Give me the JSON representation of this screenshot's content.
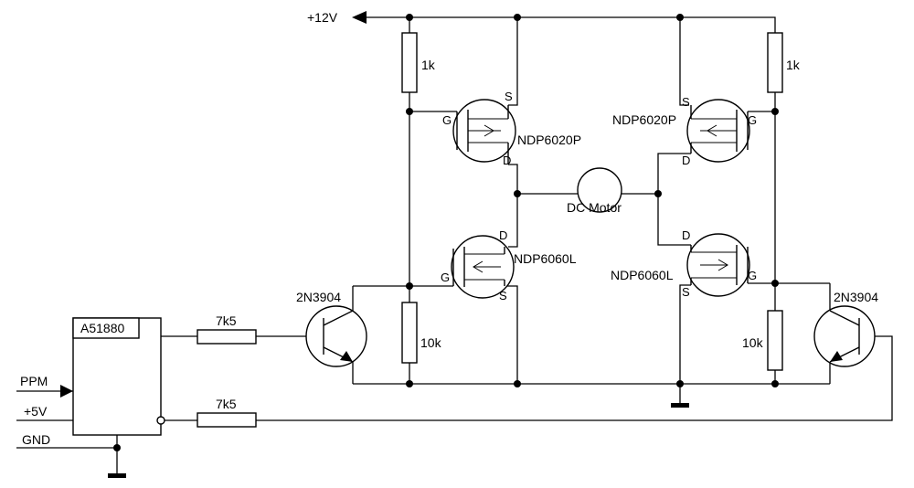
{
  "supply": {
    "label": "+12V"
  },
  "resistors": {
    "r_top_left": "1k",
    "r_top_right": "1k",
    "r_bottom_left": "10k",
    "r_bottom_right": "10k",
    "r_input_1": "7k5",
    "r_input_2": "7k5"
  },
  "mosfets": {
    "q_top_left": "NDP6020P",
    "q_top_right": "NDP6020P",
    "q_bottom_left": "NDP6060L",
    "q_bottom_right": "NDP6060L"
  },
  "transistors": {
    "left": "2N3904",
    "right": "2N3904"
  },
  "pins": {
    "gate": "G",
    "source": "S",
    "drain": "D"
  },
  "motor": {
    "label": "DC Motor"
  },
  "controller": {
    "name": "A51880",
    "inputs": {
      "ppm": "PPM",
      "vcc": "+5V",
      "gnd": "GND"
    }
  }
}
